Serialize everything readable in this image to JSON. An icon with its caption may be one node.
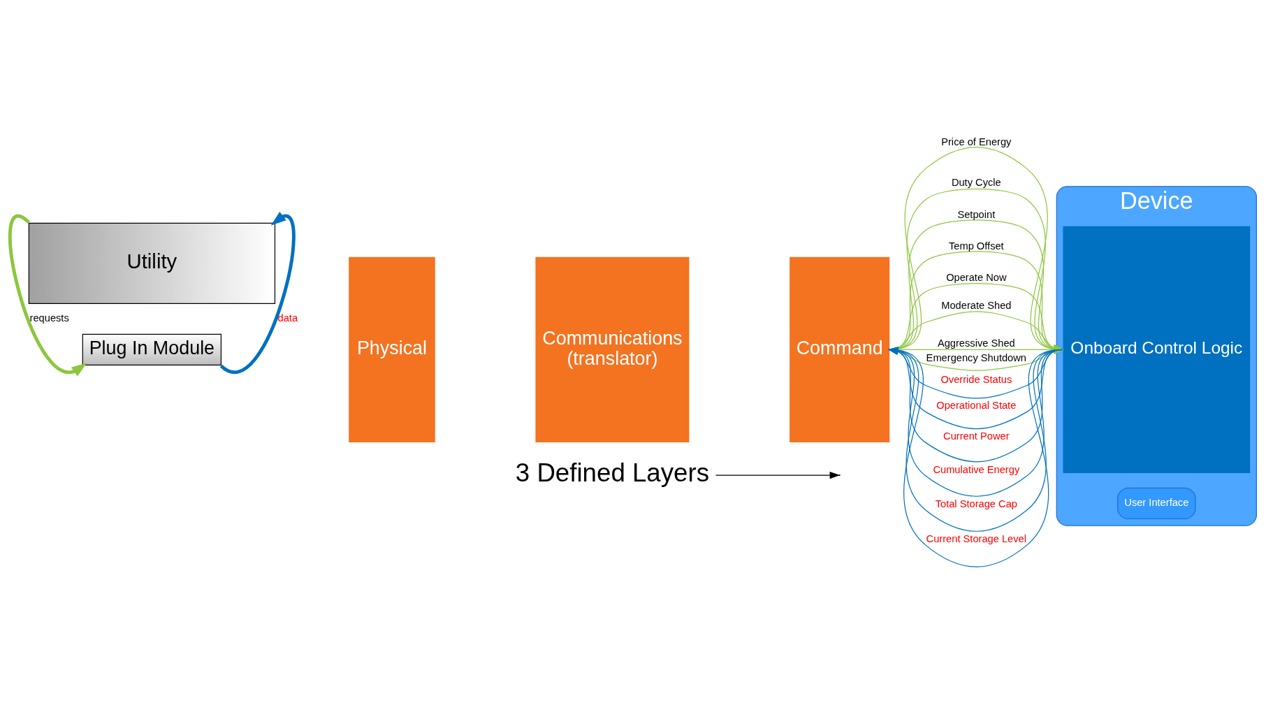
{
  "diagram": {
    "nodes": [
      {
        "text": [
          "3 Defined Layers"
        ]
      },
      {
        "text": [
          "Plug In Module"
        ]
      },
      {
        "text": [
          "Physical"
        ]
      },
      {
        "text": [
          "Communications",
          "(translator)"
        ]
      },
      {
        "text": [
          "Command"
        ]
      },
      {
        "text": [
          "Device"
        ]
      },
      {
        "text": [
          "Onboard Control Logic"
        ],
        "in": 5
      },
      {
        "text": [
          "User Interface"
        ],
        "in": 5
      },
      {
        "text": [
          "Utility"
        ]
      }
    ],
    "edges": [
      {
        "from": 0,
        "to": null,
        "arrow": "to",
        "color": "#000000"
      },
      {
        "from": 8,
        "to": 1,
        "arrow": "to",
        "label": "requests",
        "style": "thick"
      },
      {
        "from": 1,
        "to": 8,
        "arrow": "to",
        "label": "data",
        "style": "thick",
        "color": "#0070c0"
      },
      {
        "from": 4,
        "to": 6,
        "arrow": "to",
        "label": "Price of Energy"
      },
      {
        "from": 4,
        "to": 6,
        "arrow": "to",
        "label": "Duty Cycle"
      },
      {
        "from": 4,
        "to": 6,
        "arrow": "to",
        "label": "Setpoint"
      },
      {
        "from": 4,
        "to": 6,
        "arrow": "to",
        "label": "Temp Offset"
      },
      {
        "from": 4,
        "to": 6,
        "arrow": "to",
        "label": "Operate Now"
      },
      {
        "from": 4,
        "to": 6,
        "arrow": "to",
        "label": "Moderate Shed"
      },
      {
        "from": 4,
        "to": 6,
        "arrow": "to",
        "label": "Aggressive Shed"
      },
      {
        "from": 4,
        "to": 6,
        "arrow": "to",
        "label": "Emergency Shutdown"
      },
      {
        "from": 6,
        "to": 4,
        "arrow": "to",
        "label": "Override Status",
        "color": "#0070c0"
      },
      {
        "from": 6,
        "to": 4,
        "arrow": "to",
        "label": "Operational State",
        "color": "#0070c0"
      },
      {
        "from": 6,
        "to": 4,
        "arrow": "to",
        "label": "Current Power",
        "color": "#0070c0"
      },
      {
        "from": 6,
        "to": 4,
        "arrow": "to",
        "label": "Cumulative Energy",
        "color": "#0070c0"
      },
      {
        "from": 6,
        "to": 4,
        "arrow": "to",
        "label": "Total Storage Cap",
        "color": "#0070c0"
      },
      {
        "from": 6,
        "to": 4,
        "arrow": "to",
        "label": "Current Storage Level",
        "color": "#0070c0"
      }
    ]
  }
}
